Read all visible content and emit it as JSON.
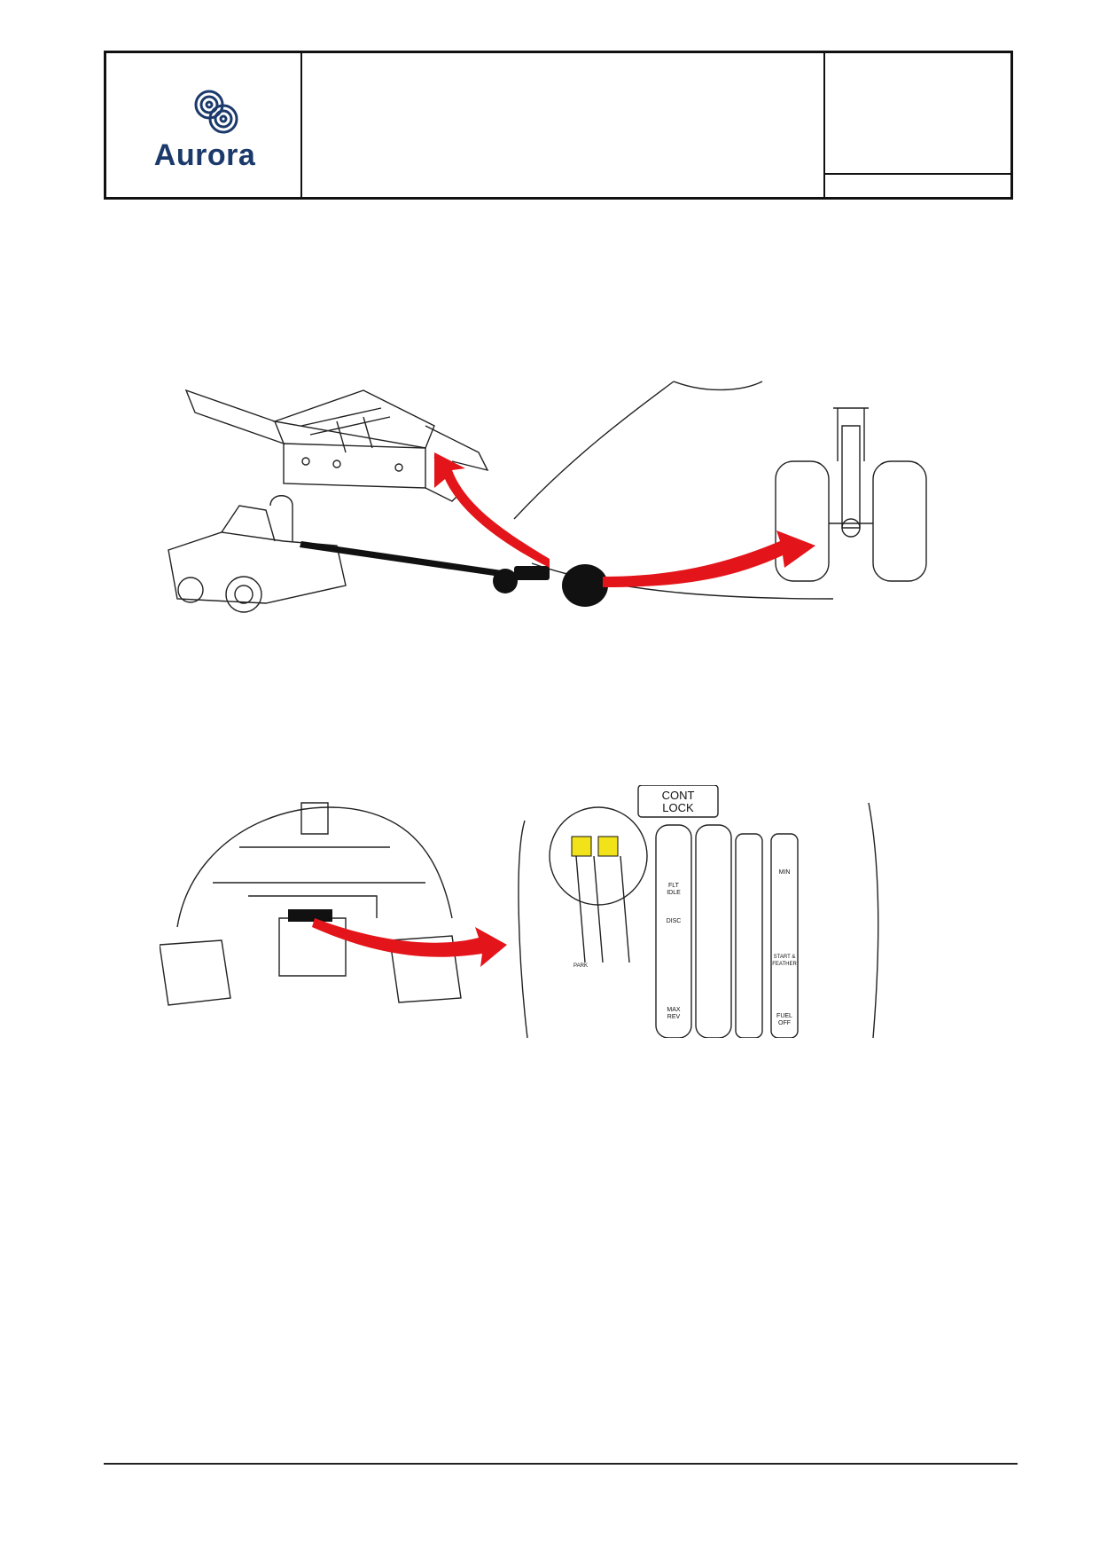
{
  "header": {
    "logo_text": "Aurora",
    "title": "",
    "doc_ref": ""
  },
  "figure1": {
    "name": "towbar-nose-gear-illustration"
  },
  "figure2": {
    "name": "cockpit-control-lock-illustration",
    "labels": {
      "cont": "CONT",
      "lock": "LOCK",
      "flt": "FLT",
      "idle": "IDLE",
      "disc": "DISC",
      "max": "MAX",
      "rev": "REV",
      "min": "MIN",
      "start": "START &",
      "feather": "FEATHER",
      "fuel": "FUEL",
      "off": "OFF",
      "park": "PARK"
    }
  },
  "colors": {
    "arrow_red": "#e3151a",
    "logo_blue": "#1b3a6b",
    "hazard_yellow": "#f2e21a"
  }
}
